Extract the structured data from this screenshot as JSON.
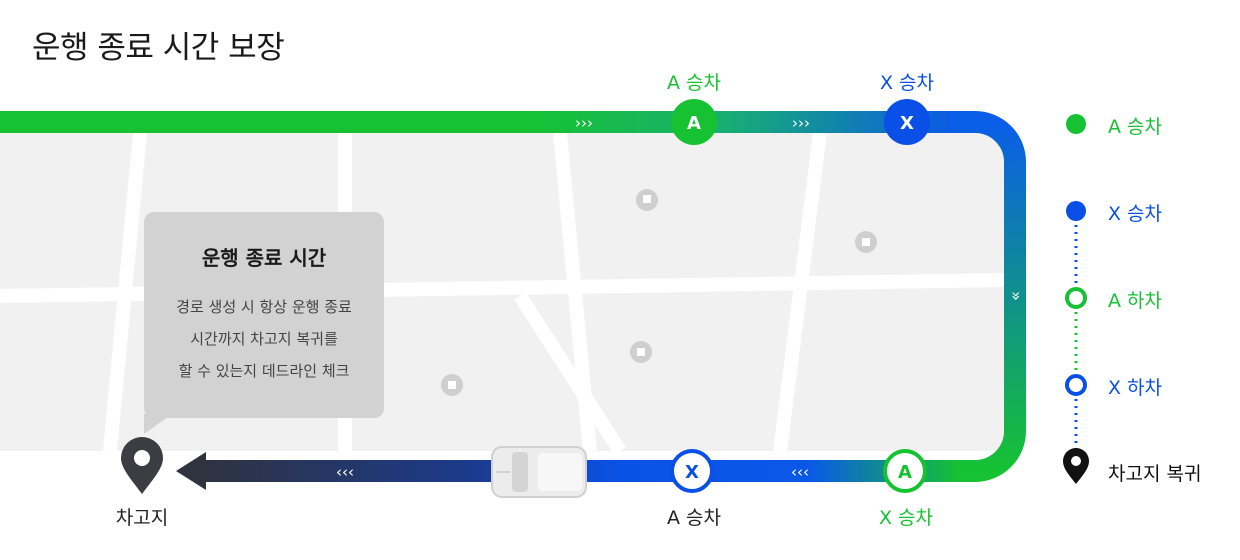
{
  "title": "운행 종료 시간 보장",
  "route_labels": {
    "top_a_pickup": "A 승차",
    "top_x_pickup": "X 승차",
    "bottom_a_pickup": "A 승차",
    "bottom_x_pickup": "X 승차",
    "garage": "차고지"
  },
  "nodes": {
    "top_a": "A",
    "top_x": "X",
    "bottom_x": "X",
    "bottom_a": "A"
  },
  "card": {
    "title": "운행 종료 시간",
    "lines": [
      "경로 생성 시 항상 운행 종료",
      "시간까지 차고지 복귀를",
      "할 수 있는지 데드라인 체크"
    ]
  },
  "legend": [
    {
      "label": "A 승차",
      "color": "#16c232"
    },
    {
      "label": "X 승차",
      "color": "#0a4fe6"
    },
    {
      "label": "A 하차",
      "color": "#16c232"
    },
    {
      "label": "X 하차",
      "color": "#0a4fe6"
    },
    {
      "label": "차고지 복귀",
      "color": "#111111"
    }
  ],
  "colors": {
    "green": "#16c232",
    "blue": "#0a4fe6",
    "dark": "#2b2f3a",
    "map": "#f2f2f2"
  },
  "arrows": {
    "forward": "›››",
    "down": "»",
    "back": "‹‹‹"
  }
}
